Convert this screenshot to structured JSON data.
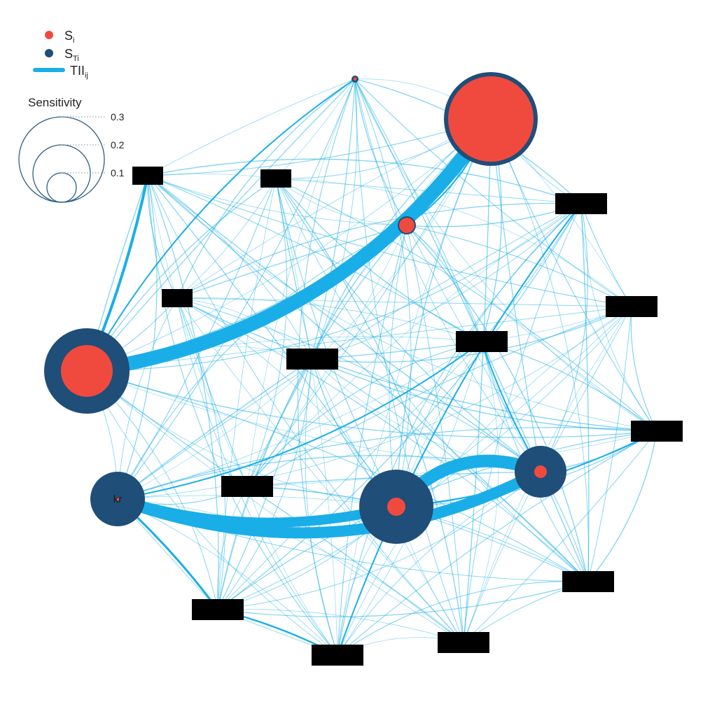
{
  "legend": {
    "si_main": "S",
    "si_sub": "i",
    "sti_main": "S",
    "sti_sub": "Ti",
    "tii_main": "TII",
    "tii_sub": "ij",
    "size_title": "Sensitivity",
    "size_ticks": [
      "0.3",
      "0.2",
      "0.1"
    ]
  },
  "colors": {
    "first_order": "#f04a3f",
    "total_order": "#1f4e79",
    "interaction": "#1aaee8",
    "redaction": "#000000"
  },
  "nodes": [
    {
      "id": "n-top-small",
      "label": "",
      "redacted": false,
      "si": 0.004,
      "sti": 0.02
    },
    {
      "id": "n-top-right-large",
      "label": "",
      "redacted": false,
      "si": 0.3,
      "sti": 0.33
    },
    {
      "id": "n-mid-small",
      "label": "",
      "redacted": false,
      "si": 0.05,
      "sti": 0.06
    },
    {
      "id": "n-left-large",
      "label": "",
      "redacted": false,
      "si": 0.18,
      "sti": 0.3
    },
    {
      "id": "n-kr",
      "label": "kr",
      "redacted": false,
      "si": 0.004,
      "sti": 0.19
    },
    {
      "id": "n-center-bottom",
      "label": "",
      "redacted": false,
      "si": 0.06,
      "sti": 0.26
    },
    {
      "id": "n-right-mid",
      "label": "",
      "redacted": false,
      "si": 0.04,
      "sti": 0.18
    },
    {
      "id": "r1",
      "label": "",
      "redacted": true
    },
    {
      "id": "r2",
      "label": "",
      "redacted": true
    },
    {
      "id": "r3",
      "label": "",
      "redacted": true
    },
    {
      "id": "r4",
      "label": "",
      "redacted": true
    },
    {
      "id": "r5",
      "label": "",
      "redacted": true
    },
    {
      "id": "r6",
      "label": "",
      "redacted": true
    },
    {
      "id": "r7",
      "label": "",
      "redacted": true
    },
    {
      "id": "r8",
      "label": "",
      "redacted": true
    },
    {
      "id": "r9",
      "label": "",
      "redacted": true
    },
    {
      "id": "r10",
      "label": "",
      "redacted": true
    },
    {
      "id": "r11",
      "label": "",
      "redacted": true
    },
    {
      "id": "r12",
      "label": "",
      "redacted": true
    },
    {
      "id": "r13",
      "label": "",
      "redacted": true
    }
  ],
  "strong_interactions": [
    {
      "source": "n-left-large",
      "target": "n-top-right-large",
      "tii": 0.1
    },
    {
      "source": "n-kr",
      "target": "n-right-mid",
      "tii": 0.08
    },
    {
      "source": "n-kr",
      "target": "n-center-bottom",
      "tii": 0.07
    },
    {
      "source": "n-center-bottom",
      "target": "n-right-mid",
      "tii": 0.09
    },
    {
      "source": "n-left-large",
      "target": "r1",
      "tii": 0.02
    },
    {
      "source": "n-kr",
      "target": "r11",
      "tii": 0.015
    },
    {
      "source": "r11",
      "target": "r12",
      "tii": 0.012
    },
    {
      "source": "n-top-right-large",
      "target": "n-mid-small",
      "tii": 0.01
    },
    {
      "source": "n-top-small",
      "target": "n-left-large",
      "tii": 0.008
    },
    {
      "source": "n-center-bottom",
      "target": "r8",
      "tii": 0.01
    },
    {
      "source": "r3",
      "target": "r12",
      "tii": 0.008
    },
    {
      "source": "r6",
      "target": "n-right-mid",
      "tii": 0.008
    },
    {
      "source": "n-kr",
      "target": "r6",
      "tii": 0.008
    }
  ]
}
